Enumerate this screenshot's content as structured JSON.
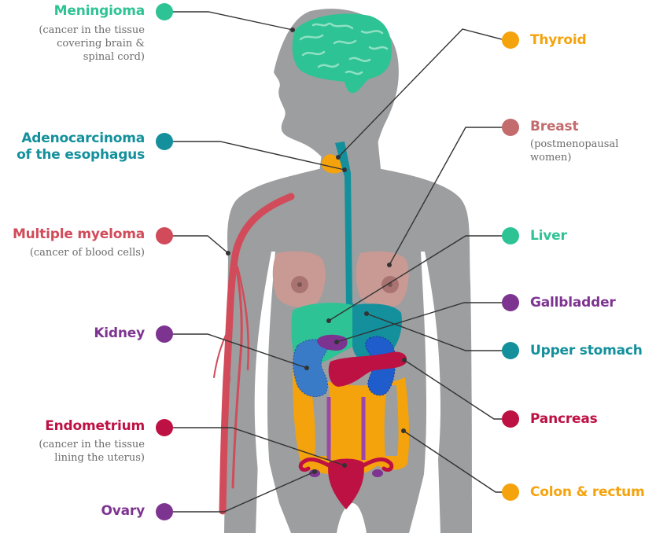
{
  "diagram": {
    "type": "anatomical-infographic",
    "subject": "Cancer sites shown on a human body silhouette",
    "colors": {
      "body": "#9c9e9f",
      "line": "#333333",
      "subtitle": "#6b6b6b"
    }
  },
  "labels_left": [
    {
      "id": "meningioma",
      "title": "Meningioma",
      "subtitle": [
        "(cancer in the tissue",
        "covering brain &",
        "spinal cord)"
      ],
      "color": "#2ec394"
    },
    {
      "id": "esophagus",
      "title_lines": [
        "Adenocarcinoma",
        "of the esophagus"
      ],
      "color": "#13909c"
    },
    {
      "id": "myeloma",
      "title": "Multiple myeloma",
      "subtitle": [
        "(cancer of blood cells)"
      ],
      "color": "#d14b5a"
    },
    {
      "id": "kidney",
      "title": "Kidney",
      "color": "#7d3490"
    },
    {
      "id": "endometrium",
      "title": "Endometrium",
      "subtitle": [
        "(cancer in the tissue",
        "lining the uterus)"
      ],
      "color": "#be1143"
    },
    {
      "id": "ovary",
      "title": "Ovary",
      "color": "#7d3490"
    }
  ],
  "labels_right": [
    {
      "id": "thyroid",
      "title": "Thyroid",
      "color": "#f5a30c"
    },
    {
      "id": "breast",
      "title": "Breast",
      "subtitle": [
        "(postmenopausal",
        "women)"
      ],
      "color": "#c36b6d"
    },
    {
      "id": "liver",
      "title": "Liver",
      "color": "#2ec394"
    },
    {
      "id": "gallbladder",
      "title": "Gallbladder",
      "color": "#7d3490"
    },
    {
      "id": "upper_stomach",
      "title": "Upper stomach",
      "color": "#13909c"
    },
    {
      "id": "pancreas",
      "title": "Pancreas",
      "color": "#be1143"
    },
    {
      "id": "colon",
      "title": "Colon & rectum",
      "color": "#f5a30c"
    }
  ]
}
